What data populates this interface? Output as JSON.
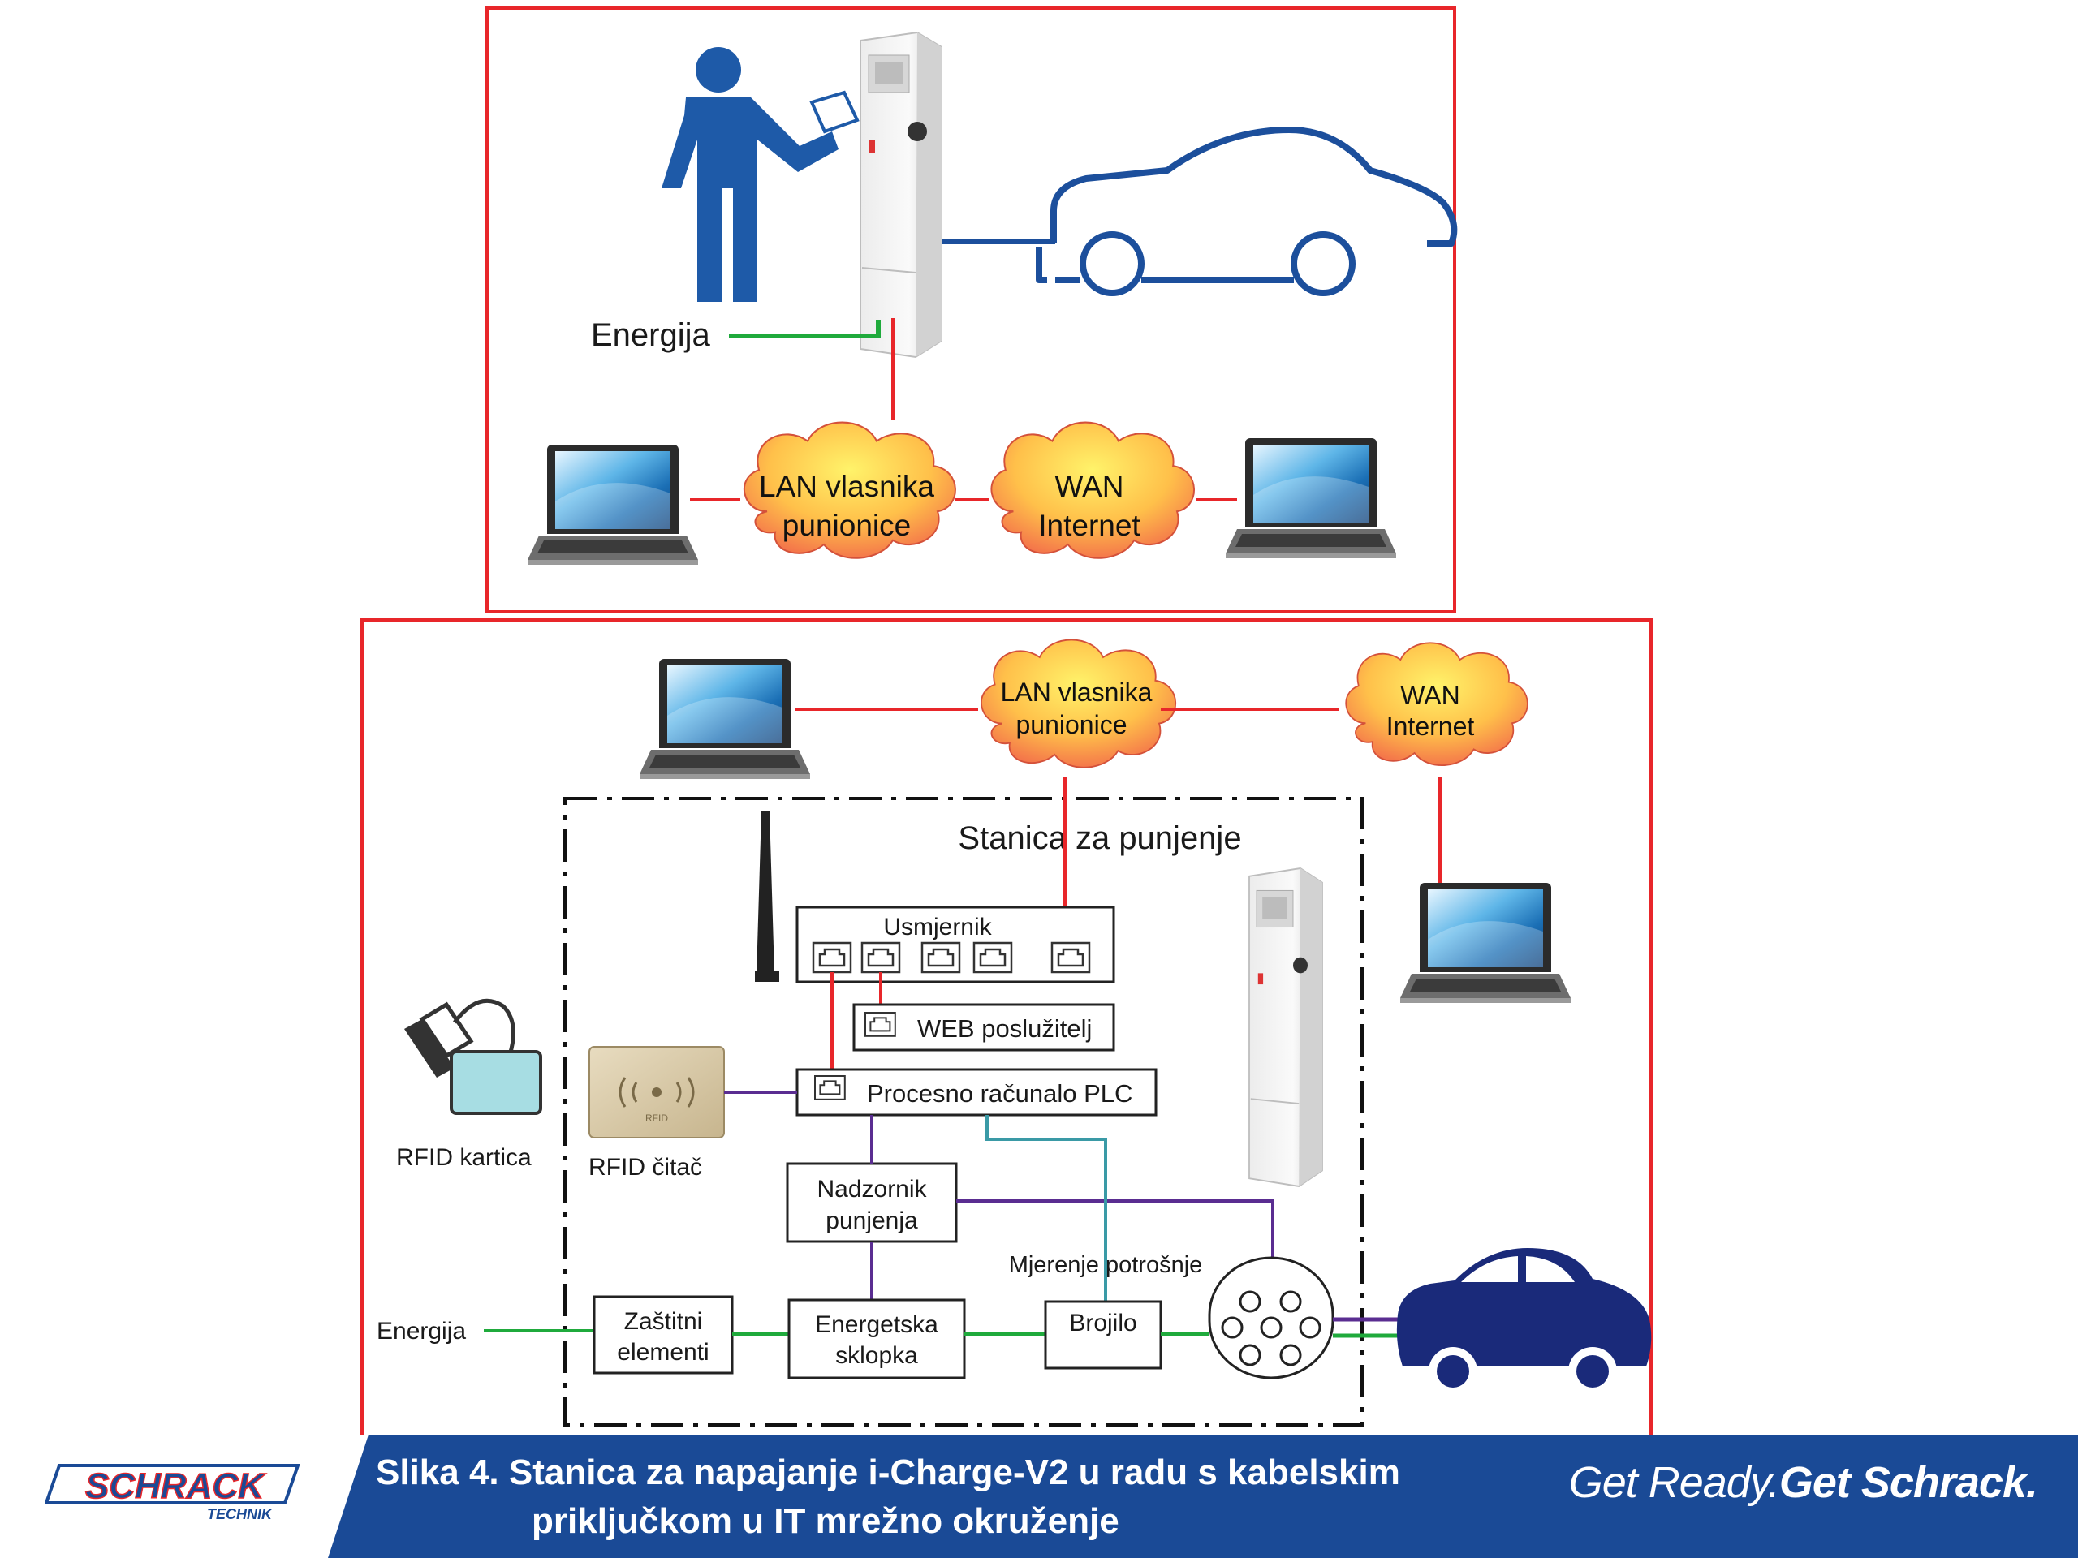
{
  "top_panel": {
    "energy_label": "Energija",
    "cloud_lan_line1": "LAN vlasnika",
    "cloud_lan_line2": "punionice",
    "cloud_wan_line1": "WAN",
    "cloud_wan_line2": "Internet"
  },
  "bottom_panel": {
    "cloud_lan_line1": "LAN vlasnika",
    "cloud_lan_line2": "punionice",
    "cloud_wan_line1": "WAN",
    "cloud_wan_line2": "Internet",
    "station_title": "Stanica za punjenje",
    "router_label": "Usmjernik",
    "web_server_label": "WEB poslužitelj",
    "plc_label": "Procesno računalo PLC",
    "rfid_card_label": "RFID kartica",
    "rfid_reader_label": "RFID čitač",
    "rfid_reader_text": "RFID",
    "supervisor_line1": "Nadzornik",
    "supervisor_line2": "punjenja",
    "consumption_label": "Mjerenje potrošnje",
    "energy_label": "Energija",
    "protection_line1": "Zaštitni",
    "protection_line2": "elementi",
    "power_switch_line1": "Energetska",
    "power_switch_line2": "sklopka",
    "meter_label": "Brojilo"
  },
  "footer": {
    "brand_name": "SCHRACK",
    "brand_sub": "TECHNIK",
    "caption_line1": "Slika 4. Stanica za napajanje i-Charge-V2 u radu s kabelskim",
    "caption_line2": "priključkom u IT mrežno okruženje",
    "slogan_part1": "Get Ready.",
    "slogan_part2": "Get Schrack."
  },
  "colors": {
    "frame_red": "#e8262a",
    "energy_green": "#1faa3c",
    "control_purple": "#5a2d91",
    "measure_teal": "#3a9aa6",
    "car_blue": "#1c4f9c",
    "car_navy": "#1a2a7a",
    "person_blue": "#1e5aa8",
    "footer_blue": "#1a4a96"
  }
}
